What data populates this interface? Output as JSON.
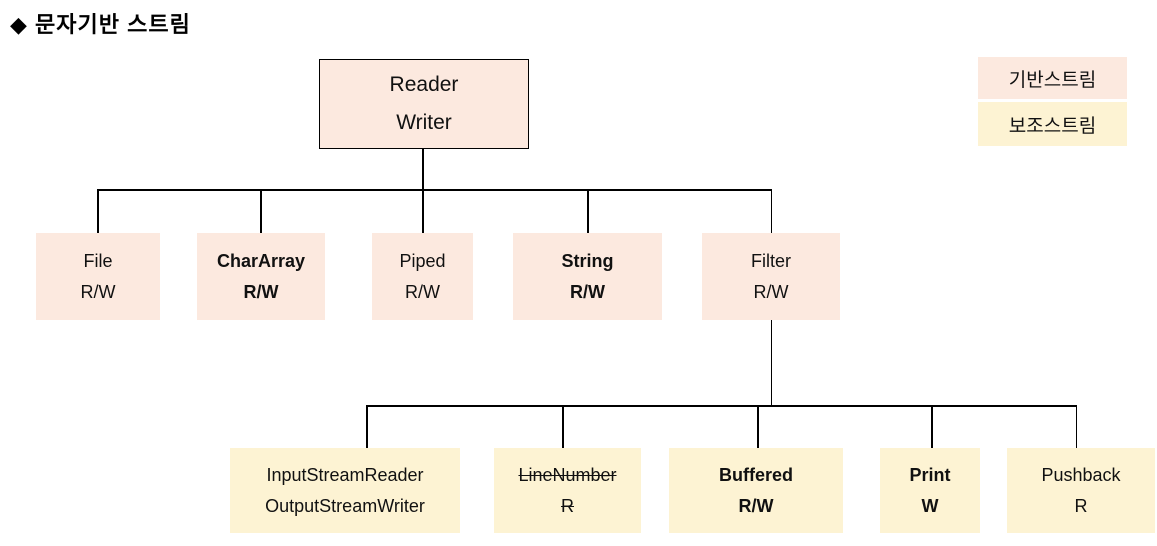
{
  "title": "◆  문자기반 스트림",
  "legend": {
    "base_label": "기반스트림",
    "aux_label": "보조스트림"
  },
  "colors": {
    "base_stream_bg": "#fce9df",
    "aux_stream_bg": "#fdf3d3",
    "line": "#000000",
    "text": "#111111"
  },
  "tree": {
    "root": {
      "lines": [
        "Reader",
        "Writer"
      ]
    },
    "level2": [
      {
        "lines": [
          "File",
          "R/W"
        ],
        "style": "regular"
      },
      {
        "lines": [
          "CharArray",
          "R/W"
        ],
        "style": "bold"
      },
      {
        "lines": [
          "Piped",
          "R/W"
        ],
        "style": "regular"
      },
      {
        "lines": [
          "String",
          "R/W"
        ],
        "style": "bold"
      },
      {
        "lines": [
          "Filter",
          "R/W"
        ],
        "style": "regular"
      }
    ],
    "level3": [
      {
        "lines": [
          "InputStreamReader",
          "OutputStreamWriter"
        ],
        "style": "regular"
      },
      {
        "lines": [
          "LineNumber",
          "R"
        ],
        "style": "strikethrough"
      },
      {
        "lines": [
          "Buffered",
          "R/W"
        ],
        "style": "bold"
      },
      {
        "lines": [
          "Print",
          "W"
        ],
        "style": "bold"
      },
      {
        "lines": [
          "Pushback",
          "R"
        ],
        "style": "regular"
      }
    ]
  }
}
